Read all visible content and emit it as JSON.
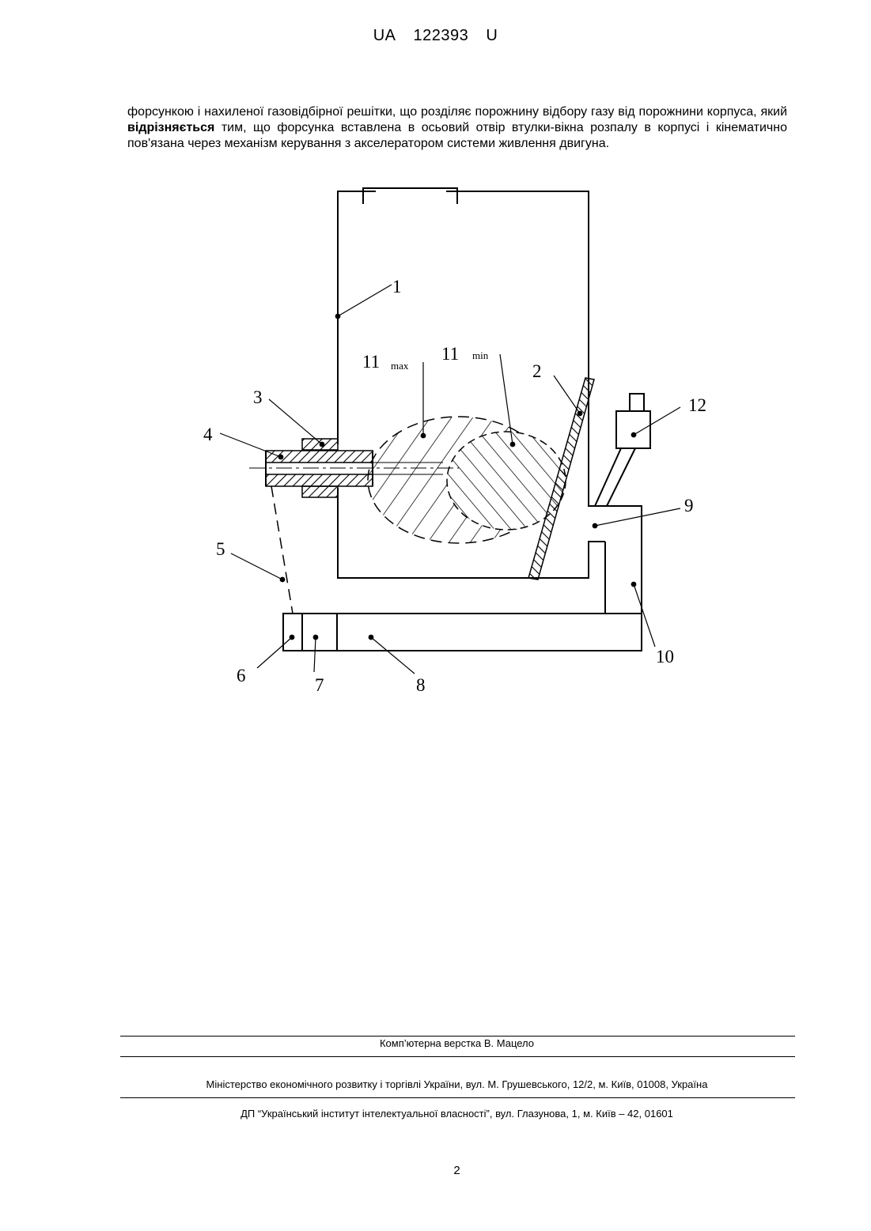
{
  "header": {
    "country": "UA",
    "number": "122393",
    "kind": "U"
  },
  "claim": {
    "before": "форсункою і нахиленої газовідбірної решітки, що розділяє порожнину відбору газу від порожнини корпуса, який ",
    "emphasis": "відрізняється",
    "after": " тим, що форсунка вставлена в осьовий отвір втулки-вікна розпалу в корпусі і кінематично пов'язана через механізм керування з акселератором системи живлення двигуна."
  },
  "figure": {
    "labels": {
      "l1": "1",
      "l2": "2",
      "l3": "3",
      "l4": "4",
      "l5": "5",
      "l6": "6",
      "l7": "7",
      "l8": "8",
      "l9": "9",
      "l10": "10",
      "l12": "12",
      "l11max": "11",
      "l11max_sub": "max",
      "l11min": "11",
      "l11min_sub": "min"
    }
  },
  "footer": {
    "layout": "Комп’ютерна верстка В. Мацело",
    "ministry": "Міністерство економічного розвитку і торгівлі України, вул. М. Грушевського, 12/2, м. Київ, 01008, Україна",
    "institute": "ДП “Український інститут інтелектуальної власності”, вул. Глазунова, 1, м. Київ – 42, 01601"
  },
  "page_number": "2"
}
